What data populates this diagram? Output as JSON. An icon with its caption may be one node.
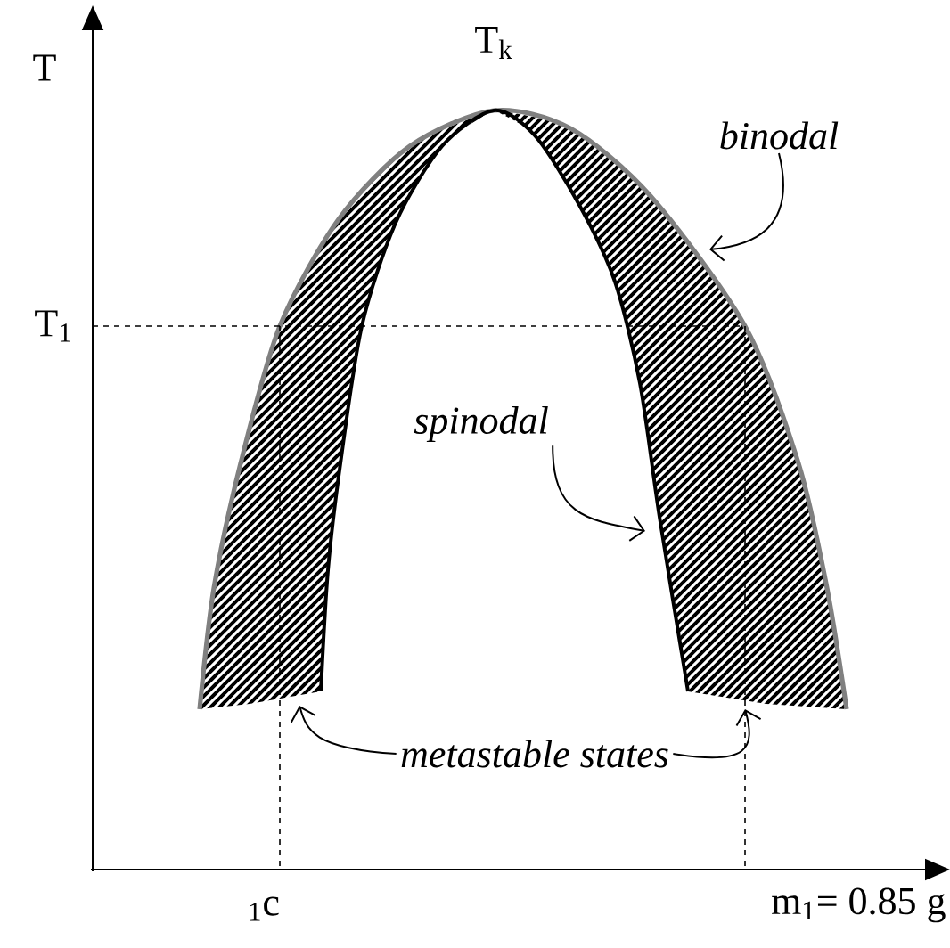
{
  "diagram": {
    "nodes": [
      {
        "text": [
          "binodal"
        ]
      },
      {
        "text": [
          "spinodal"
        ]
      },
      {
        "text": [
          "metastable states"
        ]
      }
    ],
    "edges": [
      {
        "from": 0,
        "to": null,
        "arrow": "to"
      },
      {
        "from": 1,
        "to": null,
        "arrow": "to"
      },
      {
        "from": 2,
        "to": null,
        "arrow": "to"
      },
      {
        "from": 2,
        "to": null,
        "arrow": "to"
      }
    ],
    "labels": [
      "T",
      "T$_{k}$",
      "T$_{1}$",
      "$_{1}$c",
      "m$_{1}$= 0.85 g"
    ]
  }
}
